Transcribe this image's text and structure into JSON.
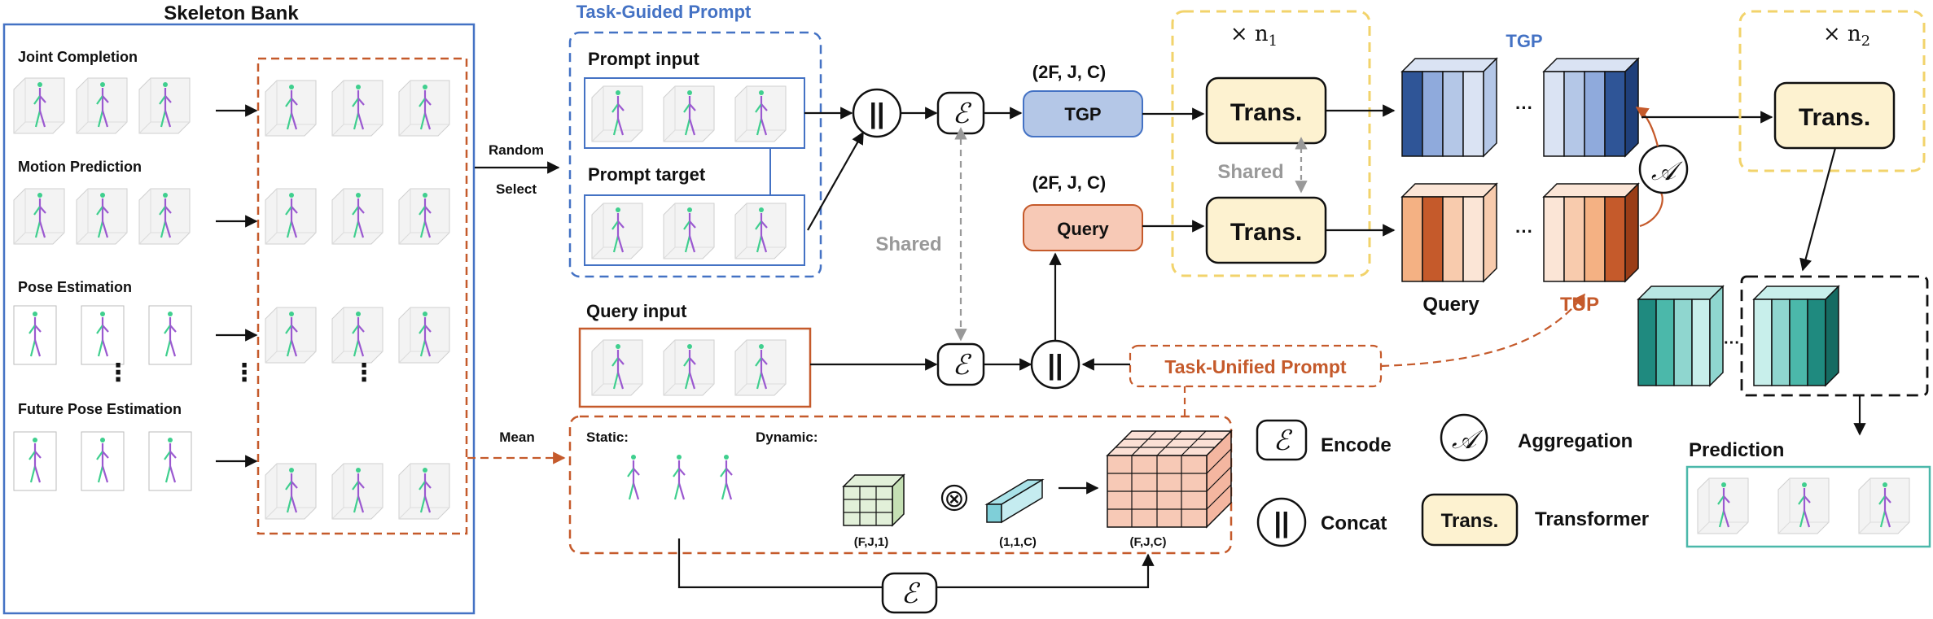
{
  "skeleton_bank": {
    "title": "Skeleton Bank",
    "tasks": [
      "Joint Completion",
      "Motion Prediction",
      "Pose Estimation",
      "Future Pose Estimation"
    ],
    "dots": "⋮"
  },
  "random_select": {
    "line1": "Random",
    "line2": "Select"
  },
  "mean_label": "Mean",
  "task_guided": {
    "title": "Task-Guided Prompt",
    "prompt_input": "Prompt input",
    "prompt_target": "Prompt target"
  },
  "query_input": "Query input",
  "shared_labels": {
    "left": "Shared",
    "middle": "Shared"
  },
  "dims": {
    "tgp": "(2F, J, C)",
    "query": "(2F, J, C)"
  },
  "tgp_box": "TGP",
  "query_box": "Query",
  "trans": {
    "label": "Trans.",
    "n1": "× n",
    "n1_sub": "1",
    "n2": "× n",
    "n2_sub": "2"
  },
  "token_labels": {
    "tgp": "TGP",
    "query": "Query",
    "tup": "TUP",
    "ellipsis": "···"
  },
  "task_unified": {
    "title": "Task-Unified Prompt",
    "static": "Static:",
    "dynamic": "Dynamic:",
    "dim_a": "(F,J,1)",
    "dim_b": "(1,1,C)",
    "dim_c": "(F,J,C)"
  },
  "symbols": {
    "encode": "ℰ",
    "concat": "||",
    "aggregate": "𝒜",
    "otimes": "⊗"
  },
  "legend": {
    "encode": "Encode",
    "concat": "Concat",
    "aggregation": "Aggregation",
    "trans": "Trans.",
    "transformer": "Transformer"
  },
  "prediction": "Prediction",
  "colors": {
    "blue": "#4472c4",
    "orange": "#c55a2b",
    "yellow": "#f2d36b",
    "cream": "#fdf2d0",
    "tgp_fill": "#b4c7e7",
    "query_fill": "#f7c9b6",
    "teal": "#4bb8aa",
    "green_skel": "#3fcf8e",
    "purple_skel": "#9b59d0"
  }
}
